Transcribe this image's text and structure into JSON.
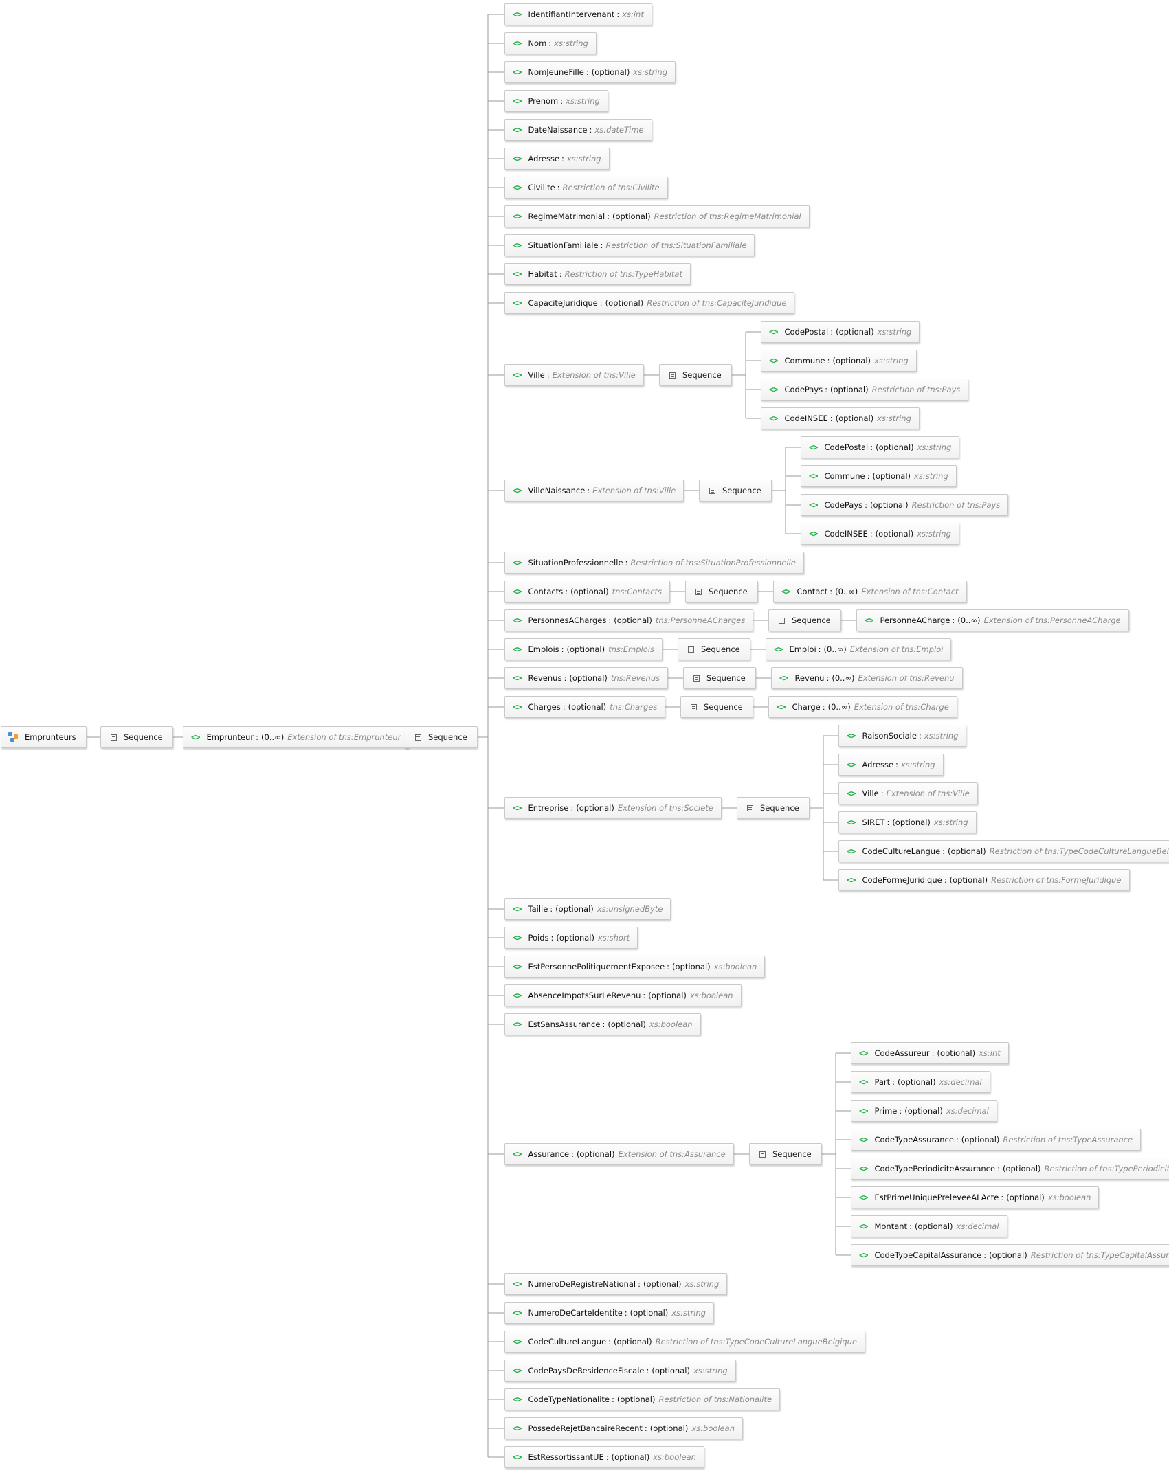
{
  "root": {
    "name": "Emprunteurs",
    "icon": "schema-root-icon"
  },
  "sequence_label": "Sequence",
  "emprunteur": {
    "name": "Emprunteur",
    "optional": "(0..∞)",
    "type": "Extension of tns:Emprunteur"
  },
  "fields": [
    {
      "name": "IdentifiantIntervenant",
      "optional": "",
      "type": "xs:int"
    },
    {
      "name": "Nom",
      "optional": "",
      "type": "xs:string"
    },
    {
      "name": "NomJeuneFille",
      "optional": "(optional)",
      "type": "xs:string"
    },
    {
      "name": "Prenom",
      "optional": "",
      "type": "xs:string"
    },
    {
      "name": "DateNaissance",
      "optional": "",
      "type": "xs:dateTime"
    },
    {
      "name": "Adresse",
      "optional": "",
      "type": "xs:string"
    },
    {
      "name": "Civilite",
      "optional": "",
      "type": "Restriction of tns:Civilite"
    },
    {
      "name": "RegimeMatrimonial",
      "optional": "(optional)",
      "type": "Restriction of tns:RegimeMatrimonial"
    },
    {
      "name": "SituationFamiliale",
      "optional": "",
      "type": "Restriction of tns:SituationFamiliale"
    },
    {
      "name": "Habitat",
      "optional": "",
      "type": "Restriction of tns:TypeHabitat"
    },
    {
      "name": "CapaciteJuridique",
      "optional": "(optional)",
      "type": "Restriction of tns:CapaciteJuridique"
    },
    {
      "name": "Ville",
      "optional": "",
      "type": "Extension of tns:Ville",
      "children": [
        {
          "name": "CodePostal",
          "optional": "(optional)",
          "type": "xs:string"
        },
        {
          "name": "Commune",
          "optional": "(optional)",
          "type": "xs:string"
        },
        {
          "name": "CodePays",
          "optional": "(optional)",
          "type": "Restriction of tns:Pays"
        },
        {
          "name": "CodeINSEE",
          "optional": "(optional)",
          "type": "xs:string"
        }
      ]
    },
    {
      "name": "VilleNaissance",
      "optional": "",
      "type": "Extension of tns:Ville",
      "children": [
        {
          "name": "CodePostal",
          "optional": "(optional)",
          "type": "xs:string"
        },
        {
          "name": "Commune",
          "optional": "(optional)",
          "type": "xs:string"
        },
        {
          "name": "CodePays",
          "optional": "(optional)",
          "type": "Restriction of tns:Pays"
        },
        {
          "name": "CodeINSEE",
          "optional": "(optional)",
          "type": "xs:string"
        }
      ]
    },
    {
      "name": "SituationProfessionnelle",
      "optional": "",
      "type": "Restriction of tns:SituationProfessionnelle"
    },
    {
      "name": "Contacts",
      "optional": "(optional)",
      "type": "tns:Contacts",
      "children": [
        {
          "name": "Contact",
          "optional": "(0..∞)",
          "type": "Extension of tns:Contact"
        }
      ]
    },
    {
      "name": "PersonnesACharges",
      "optional": "(optional)",
      "type": "tns:PersonneACharges",
      "children": [
        {
          "name": "PersonneACharge",
          "optional": "(0..∞)",
          "type": "Extension of tns:PersonneACharge"
        }
      ]
    },
    {
      "name": "Emplois",
      "optional": "(optional)",
      "type": "tns:Emplois",
      "children": [
        {
          "name": "Emploi",
          "optional": "(0..∞)",
          "type": "Extension of tns:Emploi"
        }
      ]
    },
    {
      "name": "Revenus",
      "optional": "(optional)",
      "type": "tns:Revenus",
      "children": [
        {
          "name": "Revenu",
          "optional": "(0..∞)",
          "type": "Extension of tns:Revenu"
        }
      ]
    },
    {
      "name": "Charges",
      "optional": "(optional)",
      "type": "tns:Charges",
      "children": [
        {
          "name": "Charge",
          "optional": "(0..∞)",
          "type": "Extension of tns:Charge"
        }
      ]
    },
    {
      "name": "Entreprise",
      "optional": "(optional)",
      "type": "Extension of tns:Societe",
      "children": [
        {
          "name": "RaisonSociale",
          "optional": "",
          "type": "xs:string"
        },
        {
          "name": "Adresse",
          "optional": "",
          "type": "xs:string"
        },
        {
          "name": "Ville",
          "optional": "",
          "type": "Extension of tns:Ville"
        },
        {
          "name": "SIRET",
          "optional": "(optional)",
          "type": "xs:string"
        },
        {
          "name": "CodeCultureLangue",
          "optional": "(optional)",
          "type": "Restriction of tns:TypeCodeCultureLangueBelgique"
        },
        {
          "name": "CodeFormeJuridique",
          "optional": "(optional)",
          "type": "Restriction of tns:FormeJuridique"
        }
      ]
    },
    {
      "name": "Taille",
      "optional": "(optional)",
      "type": "xs:unsignedByte"
    },
    {
      "name": "Poids",
      "optional": "(optional)",
      "type": "xs:short"
    },
    {
      "name": "EstPersonnePolitiquementExposee",
      "optional": "(optional)",
      "type": "xs:boolean"
    },
    {
      "name": "AbsenceImpotsSurLeRevenu",
      "optional": "(optional)",
      "type": "xs:boolean"
    },
    {
      "name": "EstSansAssurance",
      "optional": "(optional)",
      "type": "xs:boolean"
    },
    {
      "name": "Assurance",
      "optional": "(optional)",
      "type": "Extension of tns:Assurance",
      "children": [
        {
          "name": "CodeAssureur",
          "optional": "(optional)",
          "type": "xs:int"
        },
        {
          "name": "Part",
          "optional": "(optional)",
          "type": "xs:decimal"
        },
        {
          "name": "Prime",
          "optional": "(optional)",
          "type": "xs:decimal"
        },
        {
          "name": "CodeTypeAssurance",
          "optional": "(optional)",
          "type": "Restriction of tns:TypeAssurance"
        },
        {
          "name": "CodeTypePeriodiciteAssurance",
          "optional": "(optional)",
          "type": "Restriction of tns:TypePeriodiciteAssurance"
        },
        {
          "name": "EstPrimeUniquePreleveeALActe",
          "optional": "(optional)",
          "type": "xs:boolean"
        },
        {
          "name": "Montant",
          "optional": "(optional)",
          "type": "xs:decimal"
        },
        {
          "name": "CodeTypeCapitalAssurance",
          "optional": "(optional)",
          "type": "Restriction of tns:TypeCapitalAssurance"
        }
      ]
    },
    {
      "name": "NumeroDeRegistreNational",
      "optional": "(optional)",
      "type": "xs:string"
    },
    {
      "name": "NumeroDeCarteIdentite",
      "optional": "(optional)",
      "type": "xs:string"
    },
    {
      "name": "CodeCultureLangue",
      "optional": "(optional)",
      "type": "Restriction of tns:TypeCodeCultureLangueBelgique"
    },
    {
      "name": "CodePaysDeResidenceFiscale",
      "optional": "(optional)",
      "type": "xs:string"
    },
    {
      "name": "CodeTypeNationalite",
      "optional": "(optional)",
      "type": "Restriction of tns:Nationalite"
    },
    {
      "name": "PossedeRejetBancaireRecent",
      "optional": "(optional)",
      "type": "xs:boolean"
    },
    {
      "name": "EstRessortissantUE",
      "optional": "(optional)",
      "type": "xs:boolean"
    }
  ],
  "colors": {
    "element_icon": "#22b34a",
    "connector": "#9a9a9a",
    "type_text": "#8a8a8a"
  }
}
